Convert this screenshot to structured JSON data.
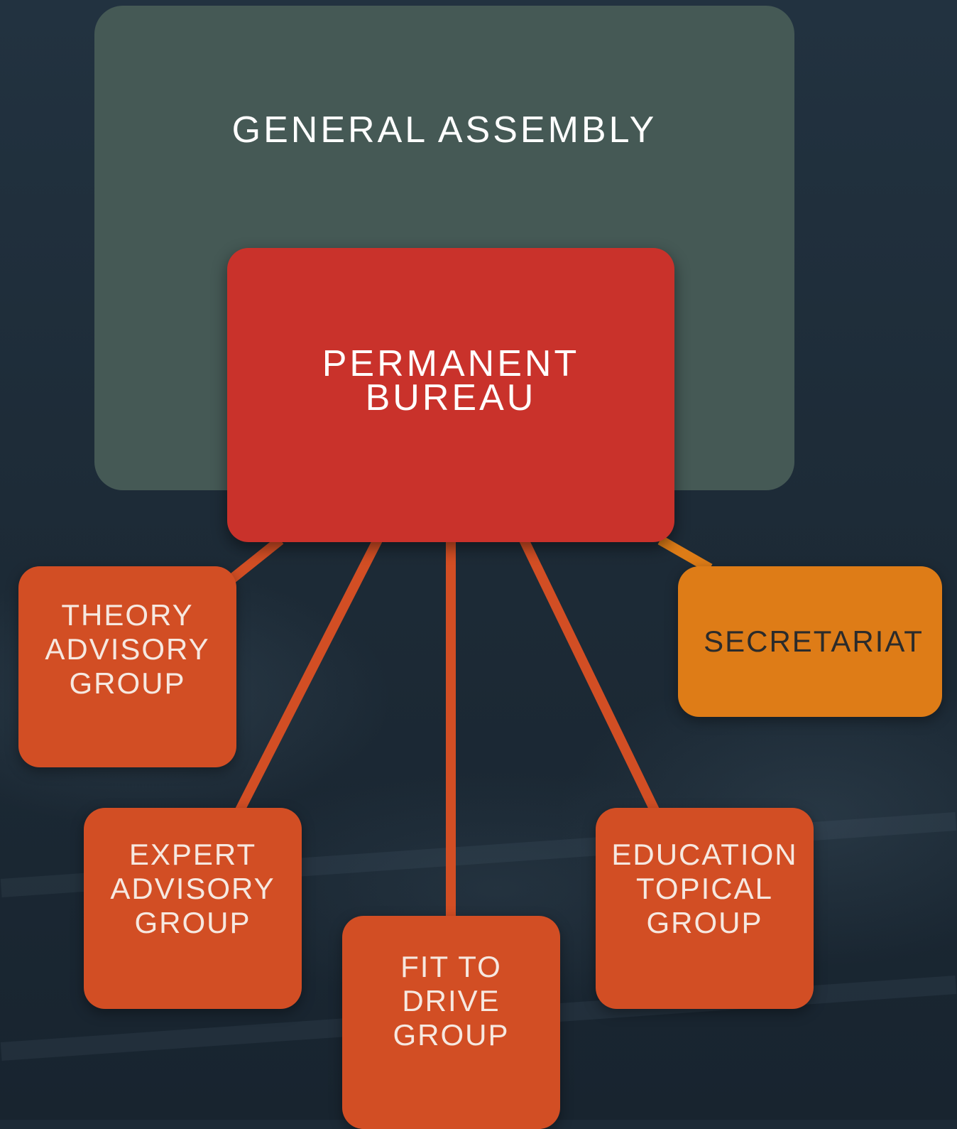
{
  "nodes": {
    "general_assembly": "GENERAL ASSEMBLY",
    "permanent_bureau": "PERMANENT\nBUREAU",
    "theory_advisory_group": "THEORY\nADVISORY\nGROUP",
    "expert_advisory_group": "EXPERT\nADVISORY\nGROUP",
    "fit_to_drive_group": "FIT TO\nDRIVE\nGROUP",
    "education_topical_group": "EDUCATION\nTOPICAL\nGROUP",
    "secretariat": "SECRETARIAT"
  },
  "colors": {
    "background": "#1c2a36",
    "general_assembly": "#455955",
    "permanent_bureau": "#c9322b",
    "working_group": "#d24e24",
    "secretariat": "#de7c17",
    "connector_red": "#d24e24",
    "connector_orange": "#de7c17"
  },
  "edges": [
    {
      "from": "permanent_bureau",
      "to": "theory_advisory_group"
    },
    {
      "from": "permanent_bureau",
      "to": "expert_advisory_group"
    },
    {
      "from": "permanent_bureau",
      "to": "fit_to_drive_group"
    },
    {
      "from": "permanent_bureau",
      "to": "education_topical_group"
    },
    {
      "from": "permanent_bureau",
      "to": "secretariat"
    }
  ]
}
